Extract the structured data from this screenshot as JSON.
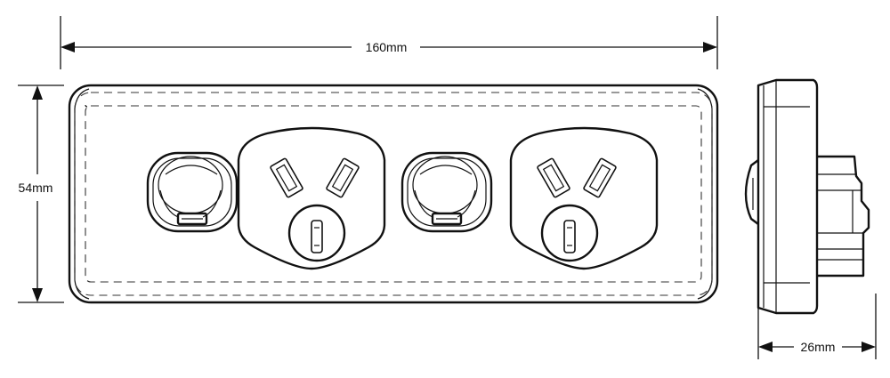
{
  "dimensions": {
    "width_label": "160mm",
    "height_label": "54mm",
    "depth_label": "26mm"
  },
  "colors": {
    "line": "#111111",
    "background": "#ffffff"
  }
}
